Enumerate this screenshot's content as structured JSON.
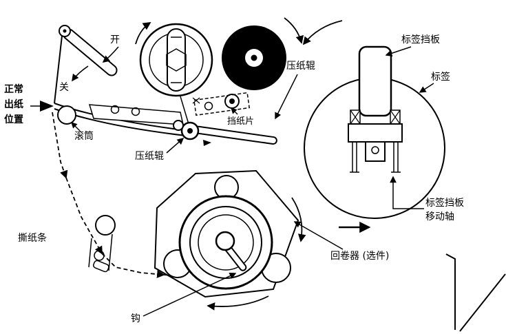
{
  "diagram": {
    "colors": {
      "ink": "#000000",
      "background": "#ffffff"
    },
    "labels": {
      "open": "开",
      "close": "关",
      "platen_roller_top": "压纸辊",
      "paper_stop": "挡纸片",
      "label_baffle": "标签挡板",
      "label_roll": "标签",
      "normal_exit_line1": "正常",
      "normal_exit_line2": "出纸",
      "normal_exit_line3": "位置",
      "drum": "滚筒",
      "platen_roller_mid": "压纸辊",
      "tear_strip": "撕纸条",
      "baffle_shaft_line1": "标签挡板",
      "baffle_shaft_line2": "移动轴",
      "rewinder": "回卷器 (选件)",
      "hook": "钩"
    }
  }
}
